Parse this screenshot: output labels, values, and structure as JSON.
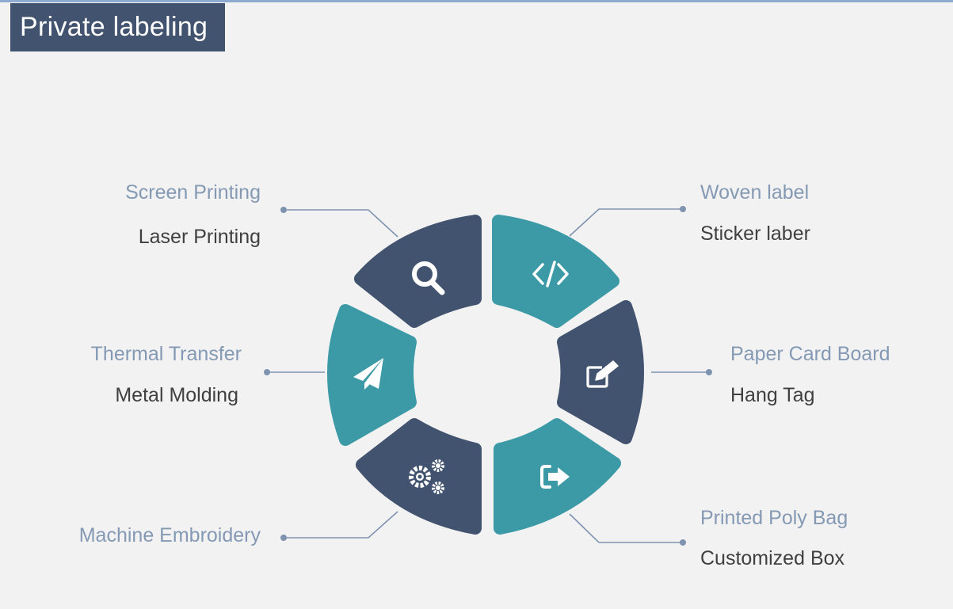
{
  "title": "Private labeling",
  "colors": {
    "navy": "#42536f",
    "teal": "#3c9aa6",
    "connector": "#7f93b1",
    "primary_text": "#8499b4",
    "secondary_text": "#404040",
    "background": "#f2f2f2"
  },
  "segments": [
    {
      "icon": "search-icon",
      "color": "navy",
      "primary": "Screen Printing",
      "secondary": "Laser Printing"
    },
    {
      "icon": "code-icon",
      "color": "teal",
      "primary": "Woven label",
      "secondary": "Sticker laber"
    },
    {
      "icon": "edit-icon",
      "color": "navy",
      "primary": "Paper Card Board",
      "secondary": "Hang Tag"
    },
    {
      "icon": "sign-out-icon",
      "color": "teal",
      "primary": "Printed Poly Bag",
      "secondary": "Customized Box"
    },
    {
      "icon": "gears-icon",
      "color": "navy",
      "primary": "Machine Embroidery",
      "secondary": ""
    },
    {
      "icon": "paper-plane-icon",
      "color": "teal",
      "primary": "Thermal Transfer",
      "secondary": "Metal Molding"
    }
  ]
}
